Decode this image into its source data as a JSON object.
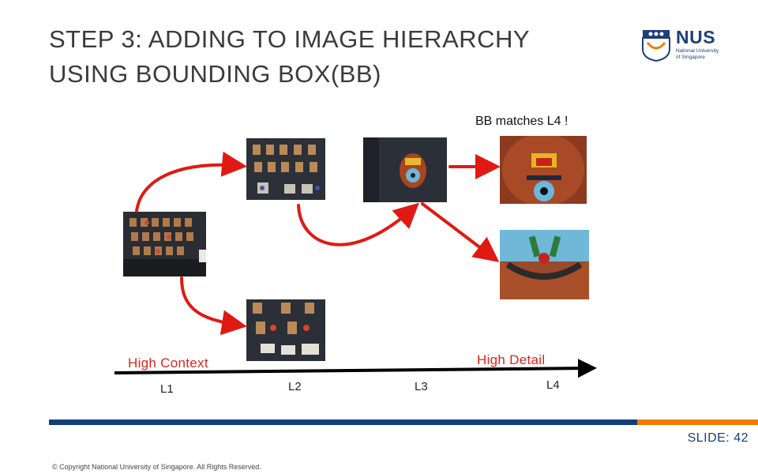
{
  "slide": {
    "title_line1": "STEP 3: ADDING TO IMAGE HIERARCHY",
    "title_line2": "USING BOUNDING BOX(BB)",
    "logo": {
      "name": "NUS",
      "subtitle_line1": "National University",
      "subtitle_line2": "of Singapore"
    },
    "annotation": "BB matches L4 !",
    "axis": {
      "left_label": "High Context",
      "right_label": "High Detail",
      "levels": [
        "L1",
        "L2",
        "L3",
        "L4"
      ]
    },
    "slide_number": "SLIDE: 42",
    "copyright": "© Copyright National University of Singapore. All Rights Reserved."
  },
  "colors": {
    "title": "#3b3b3b",
    "accent_red": "#d9261c",
    "nus_blue": "#143d7a",
    "nus_orange": "#ef7c00"
  },
  "images": [
    {
      "name": "l1-wall-plaques",
      "alt": "wall of plaques"
    },
    {
      "name": "l2-upper-plaques",
      "alt": "plaques close-up upper"
    },
    {
      "name": "l2-lower-plaques",
      "alt": "plaques close-up lower"
    },
    {
      "name": "l3-single-crest",
      "alt": "single crest"
    },
    {
      "name": "l4-crest-top",
      "alt": "crest detail top"
    },
    {
      "name": "l4-crest-bottom",
      "alt": "crest detail bottom"
    }
  ]
}
